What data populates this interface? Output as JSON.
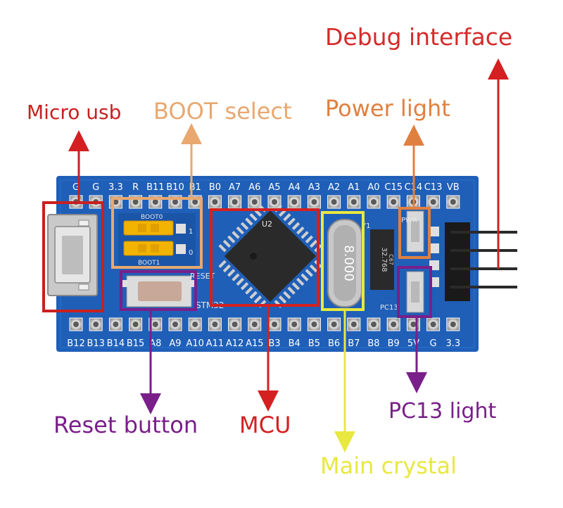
{
  "labels": {
    "debug_interface": "Debug interface",
    "micro_usb": "Micro usb",
    "boot_select": "BOOT select",
    "power_light": "Power light",
    "reset_button": "Reset button",
    "mcu": "MCU",
    "pc13_light": "PC13 light",
    "main_crystal": "Main crystal"
  },
  "colors": {
    "debug_interface": "#d42a2a",
    "micro_usb": "#c82020",
    "boot_select": "#e8a870",
    "power_light": "#e08040",
    "reset_button": "#7a1f8a",
    "mcu": "#d42020",
    "pc13_light": "#7a1f8a",
    "main_crystal": "#e8e840",
    "board": "#1f5fb8"
  },
  "top_pins": [
    "G",
    "G",
    "3.3",
    "R",
    "B11",
    "B10",
    "B1",
    "B0",
    "A7",
    "A6",
    "A5",
    "A4",
    "A3",
    "A2",
    "A1",
    "A0",
    "C15",
    "C14",
    "C13",
    "VB"
  ],
  "bottom_pins": [
    "B12",
    "B13",
    "B14",
    "B15",
    "A8",
    "A9",
    "A10",
    "A11",
    "A12",
    "A15",
    "B3",
    "B4",
    "B5",
    "B6",
    "B7",
    "B8",
    "B9",
    "5V",
    "G",
    "3.3"
  ],
  "silkscreen": {
    "boot": "BOOT0",
    "boot1": "BOOT1",
    "reset": "RESET",
    "stm": "STM32",
    "u2": "U2",
    "y1": "Y1",
    "pwr": "PWR",
    "pc13": "PC13",
    "crystal": "8.000",
    "rtc_crystal": "32.768",
    "rtc_code": "C67",
    "one": "1",
    "zero": "0"
  }
}
